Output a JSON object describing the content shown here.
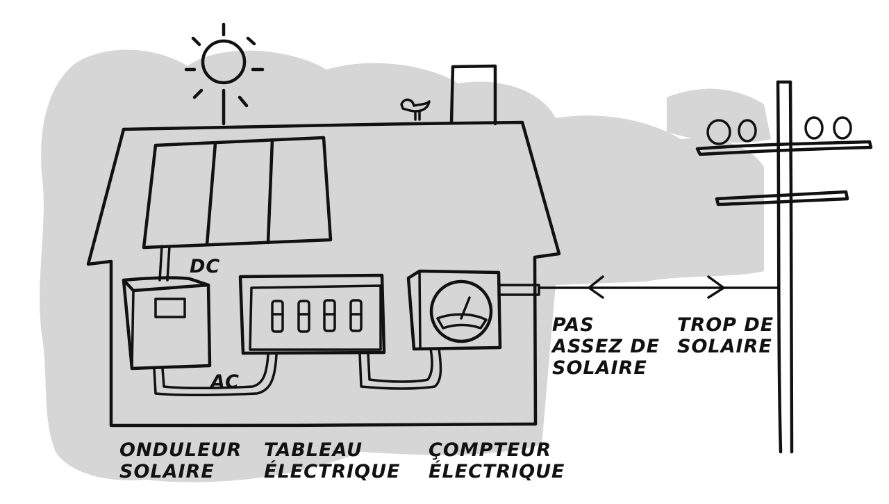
{
  "labels": {
    "dc": "DC",
    "ac": "AC",
    "not_enough_solar": [
      "PAS",
      "ASSEZ DE",
      "SOLAIRE"
    ],
    "too_much_solar": [
      "TROP DE",
      "SOLAIRE"
    ],
    "inverter": [
      "ONDULEUR",
      "SOLAIRE"
    ],
    "panel": [
      "TABLEAU",
      "ÉLECTRIQUE"
    ],
    "meter": [
      "ÇOMPTEUR",
      "ÉLECTRIQUE"
    ]
  },
  "colors": {
    "ink": "#111111",
    "wash": "#d6d6d6",
    "background": "#ffffff"
  },
  "icons": {
    "sun": "sun-icon",
    "bird": "bird-icon",
    "insulators": "insulator-icon"
  }
}
